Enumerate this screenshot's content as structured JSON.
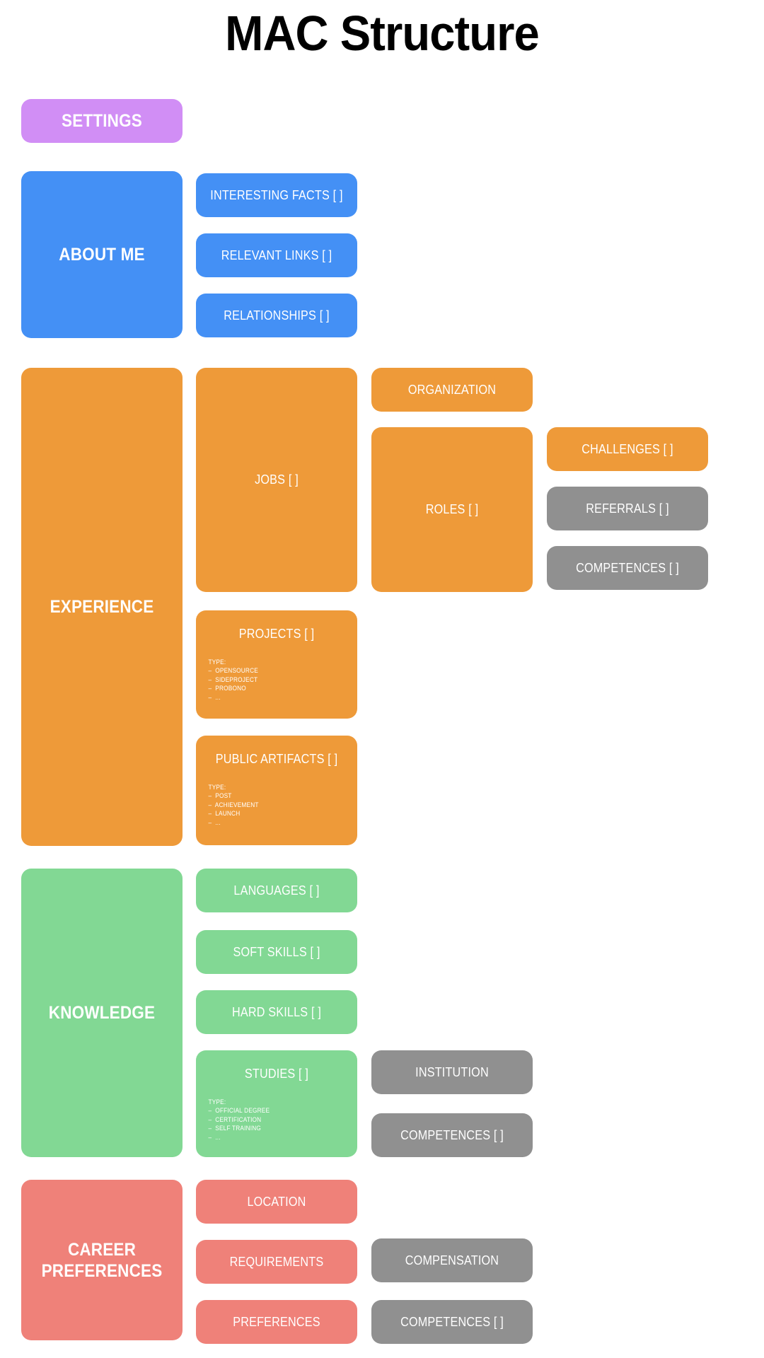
{
  "page": {
    "title": "MAC Structure",
    "background": "#ffffff"
  },
  "colors": {
    "settings": "#d18ef5",
    "about_me": "#4490f5",
    "experience": "#ee9a39",
    "knowledge": "#82d894",
    "career_preferences": "#ef8179",
    "neutral": "#909090",
    "text": "#ffffff",
    "title": "#000000"
  },
  "sections": {
    "settings": {
      "label": "SETTINGS"
    },
    "about_me": {
      "label": "ABOUT ME",
      "children": [
        {
          "label": "INTERESTING FACTS [ ]"
        },
        {
          "label": "RELEVANT LINKS [ ]"
        },
        {
          "label": "RELATIONSHIPS [ ]"
        }
      ]
    },
    "experience": {
      "label": "EXPERIENCE",
      "jobs": {
        "label": "JOBS [ ]"
      },
      "organization": {
        "label": "ORGANIZATION"
      },
      "roles": {
        "label": "ROLES [ ]"
      },
      "challenges": {
        "label": "CHALLENGES [ ]"
      },
      "referrals": {
        "label": "REFERRALS [ ]"
      },
      "competences": {
        "label": "COMPETENCES [ ]"
      },
      "projects": {
        "label": "PROJECTS [ ]",
        "type_heading": "TYPE:",
        "types": [
          "–  OPENSOURCE",
          "–  SIDEPROJECT",
          "–  PROBONO",
          "–  ..."
        ]
      },
      "public_artifacts": {
        "label": "PUBLIC ARTIFACTS [ ]",
        "type_heading": "TYPE:",
        "types": [
          "–  POST",
          "–  ACHIEVEMENT",
          "–  LAUNCH",
          "–  ..."
        ]
      }
    },
    "knowledge": {
      "label": "KNOWLEDGE",
      "languages": {
        "label": "LANGUAGES [ ]"
      },
      "soft_skills": {
        "label": "SOFT SKILLS [ ]"
      },
      "hard_skills": {
        "label": "HARD SKILLS [ ]"
      },
      "studies": {
        "label": "STUDIES [ ]",
        "type_heading": "TYPE:",
        "types": [
          "–  OFFICIAL DEGREE",
          "–  CERTIFICATION",
          "–  SELF TRAINING",
          "–  ..."
        ]
      },
      "institution": {
        "label": "INSTITUTION"
      },
      "competences": {
        "label": "COMPETENCES [ ]"
      }
    },
    "career_preferences": {
      "label": "CAREER\nPREFERENCES",
      "label_line1": "CAREER",
      "label_line2": "PREFERENCES",
      "location": {
        "label": "LOCATION"
      },
      "requirements": {
        "label": "REQUIREMENTS"
      },
      "preferences": {
        "label": "PREFERENCES"
      },
      "compensation": {
        "label": "COMPENSATION"
      },
      "competences": {
        "label": "COMPETENCES [ ]"
      }
    }
  }
}
